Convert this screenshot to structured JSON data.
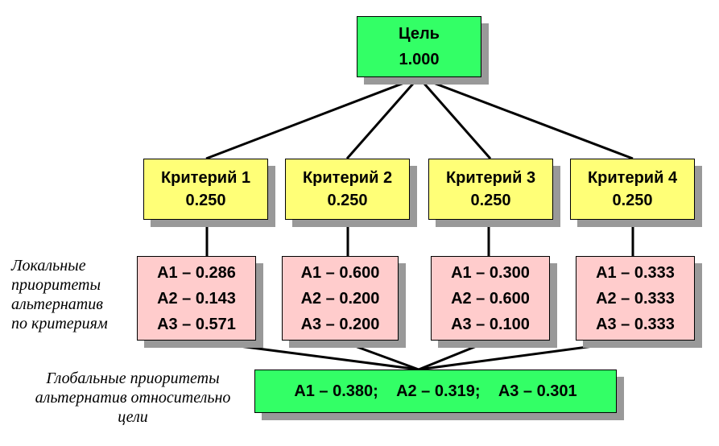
{
  "goal": {
    "title": "Цель",
    "value": "1.000"
  },
  "criteria": [
    {
      "name": "Критерий 1",
      "value": "0.250"
    },
    {
      "name": "Критерий 2",
      "value": "0.250"
    },
    {
      "name": "Критерий 3",
      "value": "0.250"
    },
    {
      "name": "Критерий 4",
      "value": "0.250"
    }
  ],
  "local_priorities": [
    [
      "A1 – 0.286",
      "A2 – 0.143",
      "A3 – 0.571"
    ],
    [
      "A1 – 0.600",
      "A2 – 0.200",
      "A3 – 0.200"
    ],
    [
      "A1 – 0.300",
      "A2 – 0.600",
      "A3 – 0.100"
    ],
    [
      "A1 – 0.333",
      "A2 – 0.333",
      "A3 – 0.333"
    ]
  ],
  "labels": {
    "local": [
      "Локальные",
      "приоритеты",
      "альтернатив",
      "по критериям"
    ],
    "global": [
      "Глобальные приоритеты",
      "альтернатив относительно",
      "цели"
    ]
  },
  "global_priorities": [
    "A1 – 0.380;",
    "A2 – 0.319;",
    "A3 – 0.301"
  ],
  "colors": {
    "goal": "#33ff66",
    "criteria": "#ffff77",
    "alternatives": "#ffcccc",
    "global": "#33ff66",
    "shadow": "#999999"
  }
}
